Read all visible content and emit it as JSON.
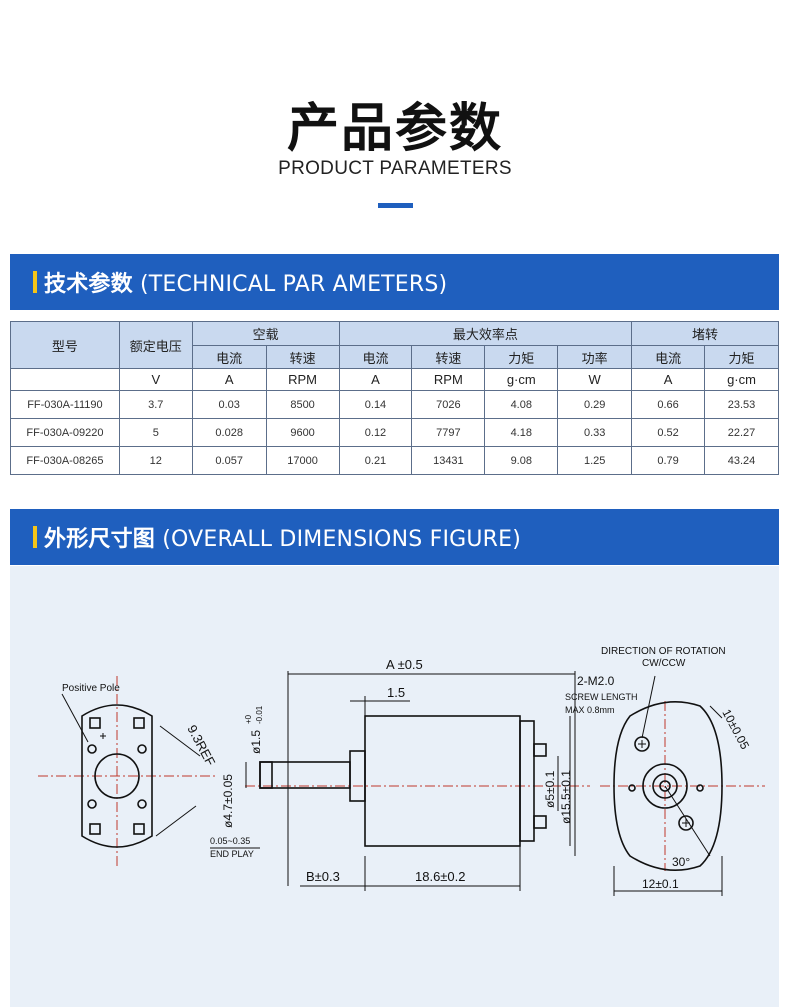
{
  "header": {
    "title_zh": "产品参数",
    "title_en": "PRODUCT PARAMETERS"
  },
  "colors": {
    "accent_blue": "#1f5fbe",
    "accent_yellow": "#f5c518",
    "table_header_bg": "#c9d9ef",
    "panel_bg": "#e9f0f8"
  },
  "sections": {
    "technical": {
      "title_zh": "技术参数",
      "title_en": "(TECHNICAL PAR AMETERS)"
    },
    "dimensions": {
      "title_zh": "外形尺寸图",
      "title_en": "(OVERALL DIMENSIONS FIGURE)"
    }
  },
  "table": {
    "model_header": "型号",
    "voltage_header": "额定电压",
    "group_no_load": "空载",
    "group_max_eff": "最大效率点",
    "group_stall": "堵转",
    "sub_current": "电流",
    "sub_speed": "转速",
    "sub_torque": "力矩",
    "sub_power": "功率",
    "units": {
      "voltage": "V",
      "nl_current": "A",
      "nl_speed": "RPM",
      "me_current": "A",
      "me_speed": "RPM",
      "me_torque": "g·cm",
      "me_power": "W",
      "st_current": "A",
      "st_torque": "g·cm"
    },
    "rows": [
      {
        "model": "FF-030A-11190",
        "voltage": "3.7",
        "nl_current": "0.03",
        "nl_speed": "8500",
        "me_current": "0.14",
        "me_speed": "7026",
        "me_torque": "4.08",
        "me_power": "0.29",
        "st_current": "0.66",
        "st_torque": "23.53"
      },
      {
        "model": "FF-030A-09220",
        "voltage": "5",
        "nl_current": "0.028",
        "nl_speed": "9600",
        "me_current": "0.12",
        "me_speed": "7797",
        "me_torque": "4.18",
        "me_power": "0.33",
        "st_current": "0.52",
        "st_torque": "22.27"
      },
      {
        "model": "FF-030A-08265",
        "voltage": "12",
        "nl_current": "0.057",
        "nl_speed": "17000",
        "me_current": "0.21",
        "me_speed": "13431",
        "me_torque": "9.08",
        "me_power": "1.25",
        "st_current": "0.79",
        "st_torque": "43.24"
      }
    ]
  },
  "drawing": {
    "positive_pole": "Positive Pole",
    "ref_93": "9.3REF",
    "dim_a": "A ±0.5",
    "dim_15": "1.5",
    "shaft_dia_main": "ø1.5",
    "shaft_dia_plus": "+0",
    "shaft_dia_minus": "-0.01",
    "dia_47": "ø4.7±0.05",
    "end_play_val": "0.05~0.35",
    "end_play": "END PLAY",
    "dim_b": "B±0.3",
    "dim_186": "18.6±0.2",
    "dia_5": "ø5±0.1",
    "dia_155": "ø15.5±0.1",
    "screw_m2": "2-M2.0",
    "screw_length": "SCREW LENGTH",
    "screw_max": "MAX 0.8mm",
    "rotation_1": "DIRECTION OF ROTATION",
    "rotation_2": "CW/CCW",
    "dim_10": "10±0.05",
    "dim_12": "12±0.1",
    "angle_30": "30°"
  }
}
